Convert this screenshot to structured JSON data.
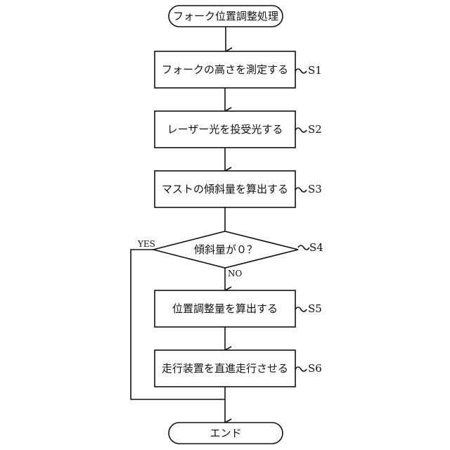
{
  "start": {
    "label": "フォーク位置調整処理"
  },
  "steps": [
    {
      "label": "フォークの高さを測定する",
      "tag": "S1"
    },
    {
      "label": "レーザー光を投受光する",
      "tag": "S2"
    },
    {
      "label": "マストの傾斜量を算出する",
      "tag": "S3"
    },
    {
      "label": "傾斜量が０？",
      "tag": "S4"
    },
    {
      "label": "位置調整量を算出する",
      "tag": "S5"
    },
    {
      "label": "走行装置を直進走行させる",
      "tag": "S6"
    }
  ],
  "branches": {
    "yes": "YES",
    "no": "NO"
  },
  "end": {
    "label": "エンド"
  }
}
